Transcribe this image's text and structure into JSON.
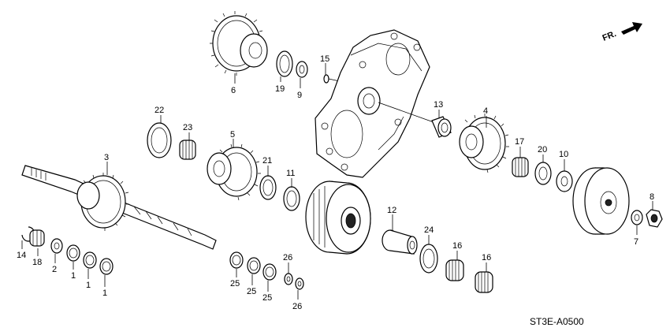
{
  "direction_label": "FR.",
  "diagram_code": "ST3E-A0500",
  "callouts": [
    {
      "id": "c6",
      "text": "6"
    },
    {
      "id": "c19",
      "text": "19"
    },
    {
      "id": "c9",
      "text": "9"
    },
    {
      "id": "c15",
      "text": "15"
    },
    {
      "id": "c13",
      "text": "13"
    },
    {
      "id": "c4",
      "text": "4"
    },
    {
      "id": "c22",
      "text": "22"
    },
    {
      "id": "c23",
      "text": "23"
    },
    {
      "id": "c5",
      "text": "5"
    },
    {
      "id": "c21",
      "text": "21"
    },
    {
      "id": "c11",
      "text": "11"
    },
    {
      "id": "c3",
      "text": "3"
    },
    {
      "id": "c17",
      "text": "17"
    },
    {
      "id": "c20",
      "text": "20"
    },
    {
      "id": "c10",
      "text": "10"
    },
    {
      "id": "c8",
      "text": "8"
    },
    {
      "id": "c7",
      "text": "7"
    },
    {
      "id": "c12",
      "text": "12"
    },
    {
      "id": "c24",
      "text": "24"
    },
    {
      "id": "c16a",
      "text": "16"
    },
    {
      "id": "c16b",
      "text": "16"
    },
    {
      "id": "c14",
      "text": "14"
    },
    {
      "id": "c18",
      "text": "18"
    },
    {
      "id": "c2",
      "text": "2"
    },
    {
      "id": "c1a",
      "text": "1"
    },
    {
      "id": "c1b",
      "text": "1"
    },
    {
      "id": "c1c",
      "text": "1"
    },
    {
      "id": "c25a",
      "text": "25"
    },
    {
      "id": "c25b",
      "text": "25"
    },
    {
      "id": "c25c",
      "text": "25"
    },
    {
      "id": "c26a",
      "text": "26"
    },
    {
      "id": "c26b",
      "text": "26"
    }
  ]
}
